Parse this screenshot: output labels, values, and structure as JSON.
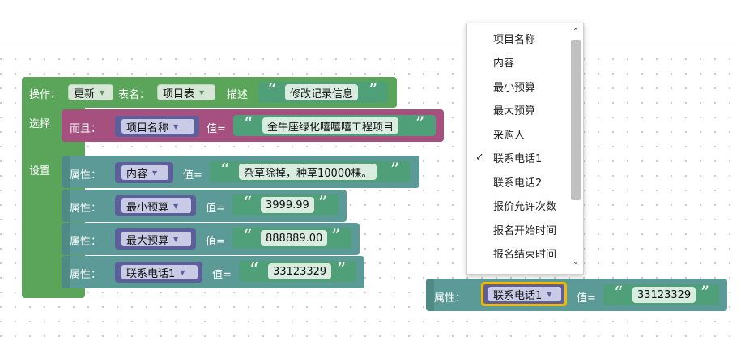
{
  "main_block": {
    "operation_label": "操作：",
    "operation_value": "更新",
    "table_label": "表名：",
    "table_value": "项目表",
    "describe_label": "描述",
    "describe_value": "修改记录信息",
    "select_label": "选择",
    "set_label": "设置"
  },
  "condition": {
    "and_label": "而且：",
    "field": "项目名称",
    "value_label": "值=",
    "value": "金牛座绿化嘻嘻嘻工程项目"
  },
  "rows": [
    {
      "attr_label": "属性：",
      "field": "内容",
      "value_label": "值=",
      "value": "杂草除掉，种草10000棵。"
    },
    {
      "attr_label": "属性：",
      "field": "最小预算",
      "value_label": "值=",
      "value": "3999.99"
    },
    {
      "attr_label": "属性：",
      "field": "最大预算",
      "value_label": "值=",
      "value": "888889.00"
    },
    {
      "attr_label": "属性：",
      "field": "联系电话1",
      "value_label": "值=",
      "value": "33123329"
    }
  ],
  "dragged_row": {
    "attr_label": "属性：",
    "field": "联系电话1",
    "value_label": "值=",
    "value": "33123329"
  },
  "dropdown_menu": {
    "items": [
      "项目名称",
      "内容",
      "最小预算",
      "最大预算",
      "采购人",
      "联系电话1",
      "联系电话2",
      "报价允许次数",
      "报名开始时间",
      "报名结束时间"
    ],
    "selected_index": 5,
    "check_mark": "✓",
    "scroll_up": "⌃",
    "scroll_down": "⌄"
  },
  "colors": {
    "procedure_block": "#5ba55b",
    "condition_block": "#a5507f",
    "attribute_block": "#5b9a96",
    "field_block": "#5c5f9a",
    "string_block": "#4fa079",
    "selected_outline": "#f5b800"
  }
}
